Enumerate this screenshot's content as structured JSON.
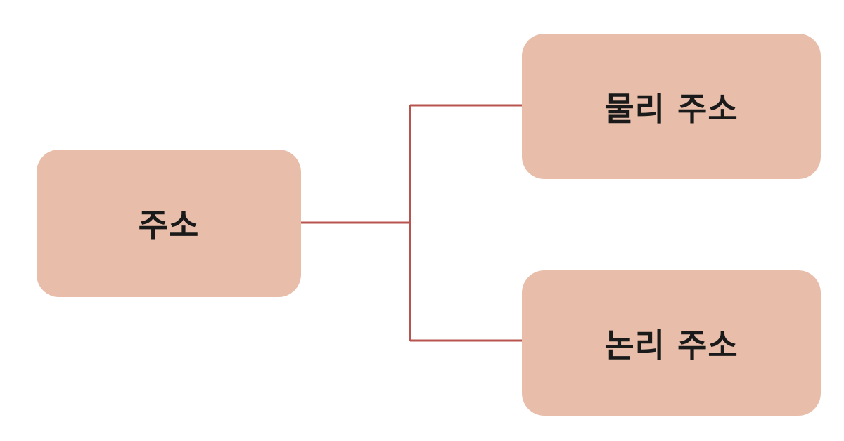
{
  "colors": {
    "node_fill": "#e8beab",
    "connector": "#b8544f",
    "text": "#1a1a1a"
  },
  "nodes": {
    "root": {
      "label": "주소"
    },
    "physical": {
      "label": "물리 주소"
    },
    "logical": {
      "label": "논리 주소"
    }
  }
}
